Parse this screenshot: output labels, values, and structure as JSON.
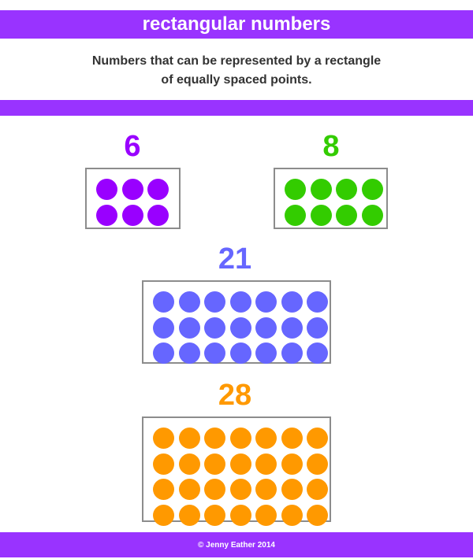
{
  "header": {
    "title": "rectangular numbers"
  },
  "description": {
    "line1": "Numbers that can be represented by a rectangle",
    "line2": "of equally spaced points."
  },
  "examples": [
    {
      "number": "6",
      "rows": 2,
      "cols": 3,
      "color": "#9900ff"
    },
    {
      "number": "8",
      "rows": 2,
      "cols": 4,
      "color": "#33cc00"
    },
    {
      "number": "21",
      "rows": 3,
      "cols": 7,
      "color": "#6666ff"
    },
    {
      "number": "28",
      "rows": 4,
      "cols": 7,
      "color": "#ff9900"
    }
  ],
  "footer": {
    "copyright": "© Jenny Eather 2014"
  }
}
